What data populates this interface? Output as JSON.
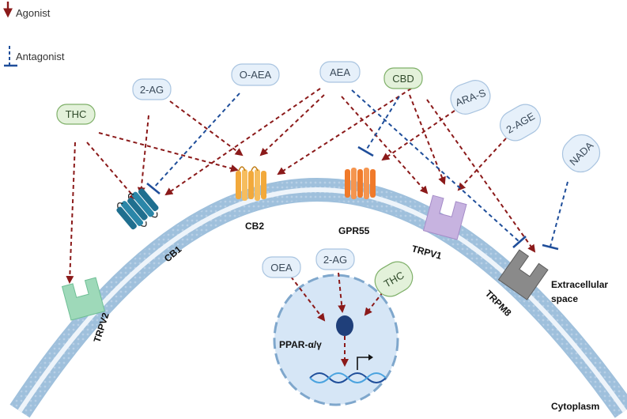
{
  "legend": {
    "agonist": "Agonist",
    "antagonist": "Antagonist"
  },
  "ligands": {
    "thc_top": "THC",
    "two_ag_top": "2-AG",
    "o_aea": "O-AEA",
    "aea": "AEA",
    "cbd": "CBD",
    "ara_s": "ARA-S",
    "two_age": "2-AGE",
    "nada": "NADA",
    "oea": "OEA",
    "two_ag_nuc": "2-AG",
    "thc_nuc": "THC"
  },
  "receptors": {
    "cb1": "CB1",
    "cb2": "CB2",
    "gpr55": "GPR55",
    "trpv1": "TRPV1",
    "trpm8": "TRPM8",
    "trpv2": "TRPV2",
    "ppar": "PPAR-α/γ"
  },
  "spaces": {
    "extracellular_line1": "Extracellular",
    "extracellular_line2": "space",
    "cytoplasm": "Cytoplasm"
  },
  "colors": {
    "agonist_arrow": "#8b1a1a",
    "antagonist_line": "#1f4e9a",
    "membrane_fill": "#dce9f5",
    "membrane_edge": "#9fc0dc",
    "pill_blue_fill": "#e6f0fa",
    "pill_blue_edge": "#a9c4e0",
    "pill_green_fill": "#e3f1da",
    "pill_green_edge": "#7fb069",
    "cb1": "#1f6f8f",
    "cb2": "#f2a93b",
    "gpr55": "#f07a2a",
    "trpv1": "#c7b3e0",
    "trpm8": "#808080",
    "trpv2": "#9ed9b9",
    "nucleus": "#d6e6f6",
    "ppar": "#1f3f7a"
  }
}
